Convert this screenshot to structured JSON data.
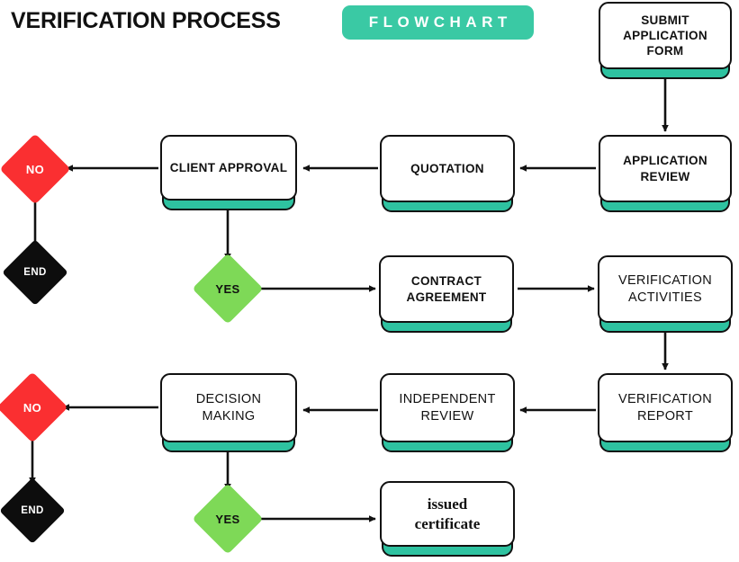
{
  "header": {
    "title": "VERIFICATION PROCESS",
    "badge_label": "FLOWCHART"
  },
  "colors": {
    "teal": "#2ec2a0",
    "badge_teal": "#3ac9a4",
    "red": "#fa2f31",
    "green": "#7ed957",
    "black": "#0d0d0d",
    "outline": "#111111",
    "background": "#ffffff"
  },
  "nodes": [
    {
      "id": "submit-application-form",
      "label": "SUBMIT\nAPPLICATION FORM",
      "style": "bold"
    },
    {
      "id": "application-review",
      "label": "APPLICATION\nREVIEW",
      "style": "bold"
    },
    {
      "id": "quotation",
      "label": "QUOTATION",
      "style": "bold"
    },
    {
      "id": "client-approval",
      "label": "CLIENT APPROVAL",
      "style": "bold"
    },
    {
      "id": "contract-agreement",
      "label": "CONTRACT\nAGREEMENT",
      "style": "bold"
    },
    {
      "id": "verification-activities",
      "label": "VERIFICATION\nACTIVITIES",
      "style": "light"
    },
    {
      "id": "verification-report",
      "label": "VERIFICATION\nREPORT",
      "style": "light"
    },
    {
      "id": "independent-review",
      "label": "INDEPENDENT\nREVIEW",
      "style": "light"
    },
    {
      "id": "decision-making",
      "label": "DECISION\nMAKING",
      "style": "light"
    },
    {
      "id": "issued-certificate",
      "label": "issued\ncertificate",
      "style": "serif"
    }
  ],
  "decisions": [
    {
      "id": "no-client-approval",
      "label": "NO",
      "kind": "no"
    },
    {
      "id": "end-client-approval",
      "label": "END",
      "kind": "end"
    },
    {
      "id": "yes-client-approval",
      "label": "YES",
      "kind": "yes"
    },
    {
      "id": "no-decision-making",
      "label": "NO",
      "kind": "no"
    },
    {
      "id": "end-decision-making",
      "label": "END",
      "kind": "end"
    },
    {
      "id": "yes-decision-making",
      "label": "YES",
      "kind": "yes"
    }
  ],
  "flow": {
    "connections": [
      "submit-application-form -> application-review",
      "application-review -> quotation",
      "quotation -> client-approval",
      "client-approval -> no-client-approval",
      "no-client-approval -> end-client-approval",
      "client-approval -> yes-client-approval",
      "yes-client-approval -> contract-agreement",
      "contract-agreement -> verification-activities",
      "verification-activities -> verification-report",
      "verification-report -> independent-review",
      "independent-review -> decision-making",
      "decision-making -> no-decision-making",
      "no-decision-making -> end-decision-making",
      "decision-making -> yes-decision-making",
      "yes-decision-making -> issued-certificate"
    ]
  }
}
